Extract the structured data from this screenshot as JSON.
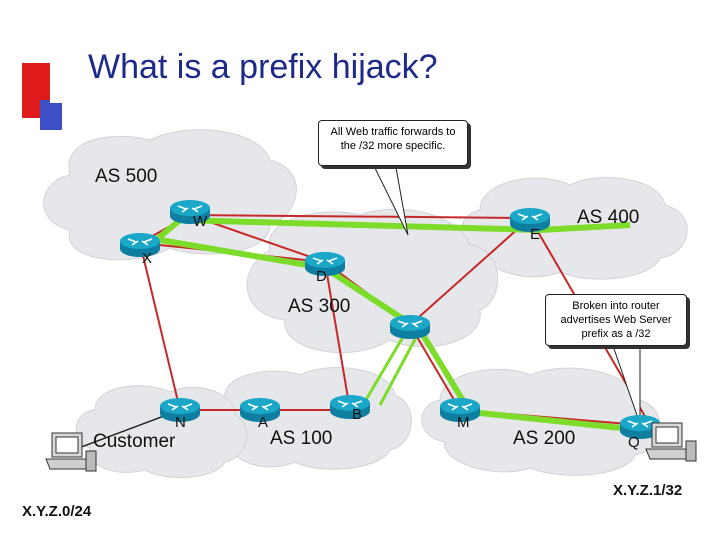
{
  "title": "What is a prefix hijack?",
  "colors": {
    "title": "#1e2a8a",
    "hijack_path": "#7ddc2a",
    "link": "#c62828",
    "router": "#1aa7c8",
    "cloud": "#e6e7ea",
    "accent_red": "#e01b1b",
    "accent_blue": "#3c4fc4"
  },
  "callouts": {
    "top": "All Web traffic forwards to the /32 more specific.",
    "right": "Broken into router advertises Web Server prefix as a /32"
  },
  "as_labels": {
    "as500": "AS 500",
    "as400": "AS 400",
    "as300": "AS 300",
    "as100": "AS 100",
    "as200": "AS 200"
  },
  "customer_label": "Customer",
  "routers": {
    "w": "W",
    "x": "X",
    "e": "E",
    "d": "D",
    "n": "N",
    "a": "A",
    "b": "B",
    "m": "M",
    "q": "Q"
  },
  "addresses": {
    "left": "X.Y.Z.0/24",
    "right": "X.Y.Z.1/32"
  },
  "icons": [
    "router-icon",
    "workstation-icon",
    "cloud-icon"
  ]
}
